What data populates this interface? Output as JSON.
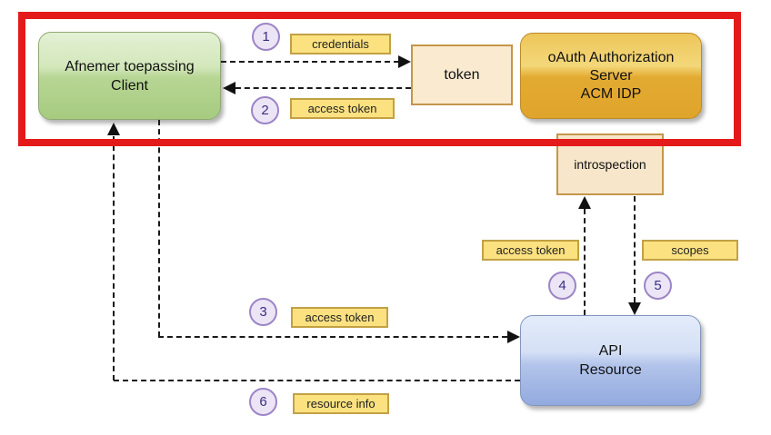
{
  "diagram": {
    "nodes": {
      "client": {
        "line1": "Afnemer toepassing",
        "line2": "Client"
      },
      "token": {
        "label": "token"
      },
      "oauth_server": {
        "line1": "oAuth Authorization",
        "line2": "Server",
        "line3": "ACM IDP"
      },
      "introspection": {
        "label": "introspection"
      },
      "api_resource": {
        "line1": "API",
        "line2": "Resource"
      }
    },
    "steps": [
      {
        "num": "1",
        "label": "credentials"
      },
      {
        "num": "2",
        "label": "access token"
      },
      {
        "num": "3",
        "label": "access token"
      },
      {
        "num": "4",
        "label": "access token"
      },
      {
        "num": "5",
        "label": "scopes"
      },
      {
        "num": "6",
        "label": "resource info"
      }
    ],
    "colors": {
      "highlight_frame_red": "#e41a1a",
      "client_green": "#a6cb80",
      "oauth_gold": "#e2a82f",
      "api_blue": "#93aadf",
      "cream_box_fill": "#f9ead0",
      "cream_box_border": "#c4964a",
      "label_yellow_fill": "#fbe180",
      "label_yellow_border": "#c2a144",
      "circle_fill": "#ece5f6",
      "circle_border": "#9c85c6",
      "circle_text": "#3a2f82",
      "connector_black": "#1a1a1a"
    }
  }
}
